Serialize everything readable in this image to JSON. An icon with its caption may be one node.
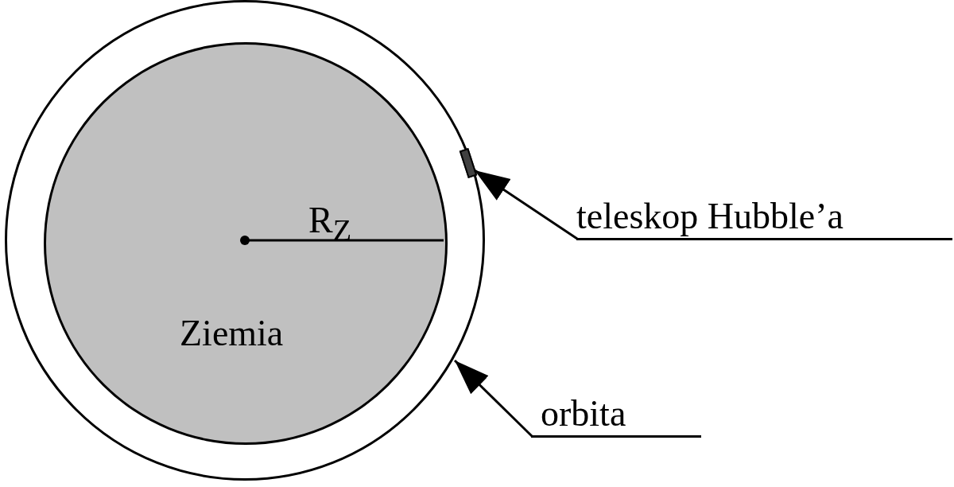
{
  "diagram": {
    "nodes": [
      {
        "text": [],
        "shape": "circle"
      },
      {
        "text": [
          "Ziemia"
        ],
        "in": 0
      },
      {
        "text": [],
        "shape": "box",
        "in": 0
      },
      {
        "text": [
          "teleskop Hubble’a"
        ]
      },
      {
        "text": [
          "orbita"
        ]
      }
    ],
    "edges": [
      {
        "from": 3,
        "to": 2,
        "arrow": "to"
      },
      {
        "from": 4,
        "to": 0,
        "arrow": "to"
      }
    ],
    "labels": [
      "R$_{Z}$"
    ]
  }
}
